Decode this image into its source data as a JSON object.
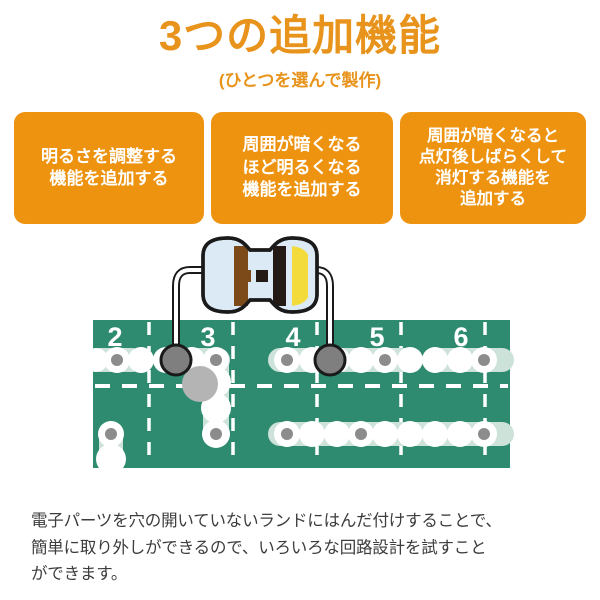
{
  "header": {
    "title": "3つの追加機能",
    "subtitle": "(ひとつを選んで製作)",
    "title_color": "#E8941C"
  },
  "options": {
    "box_color": "#ED9310",
    "text_color": "#FFFFFF",
    "items": [
      {
        "id": "brightness-adjust",
        "label": "明るさを調整する\n機能を追加する"
      },
      {
        "id": "auto-brightness",
        "label": "周囲が暗くなる\nほど明るくなる\n機能を追加する"
      },
      {
        "id": "auto-off-timer",
        "label": "周囲が暗くなると\n点灯後しばらくして\n消灯する機能を\n追加する"
      }
    ]
  },
  "illustration": {
    "board": {
      "color": "#2E8B70",
      "grid_line_color": "#FFFFFF",
      "column_labels": [
        "2",
        "3",
        "4",
        "5",
        "6"
      ],
      "land_color": "#FFFFFF",
      "hole_color": "#8C8C8C",
      "track_color": "#CFE3DA"
    },
    "resistor": {
      "body_color": "#DCEAF5",
      "outline_color": "#1A1A1A",
      "lead_color": "#FFFFFF",
      "bands": [
        "#7B4A18",
        "#231A16",
        "#231A16",
        "#F2DB3A"
      ],
      "band_names": [
        "brown",
        "black",
        "black",
        "yellow"
      ]
    },
    "solder_joint_color": "#7F7F7F"
  },
  "caption": {
    "text": "電子パーツを穴の開いていないランドにはんだ付けすることで、\n簡単に取り外しができるので、いろいろな回路設計を試すこと\nができます。",
    "color": "#3C3C3C"
  }
}
